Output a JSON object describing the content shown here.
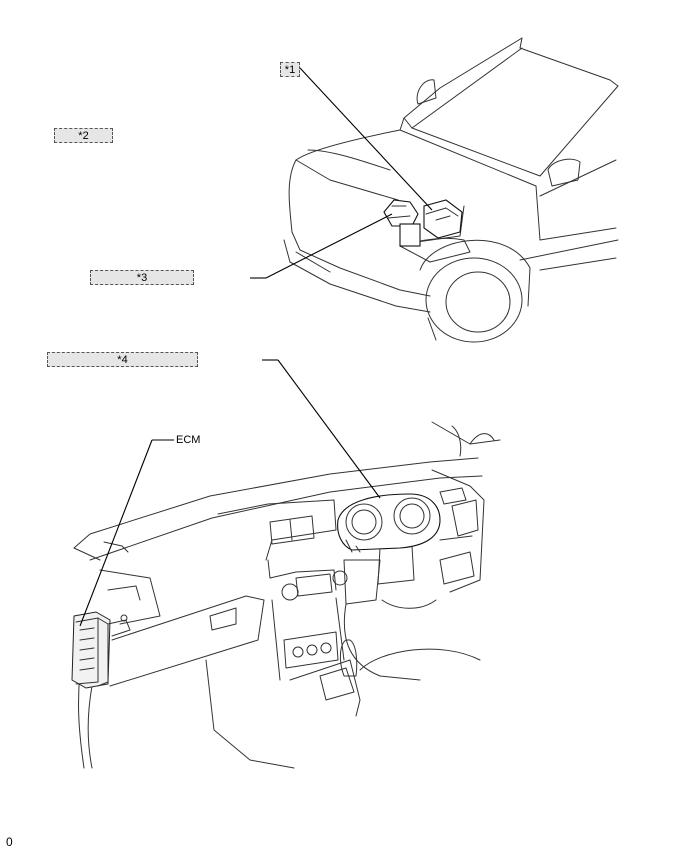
{
  "callouts": {
    "c1": "*1",
    "c2": "*2",
    "c3": "*3",
    "c4": "*4"
  },
  "labels": {
    "ecm": "ECM",
    "figure_code": "0"
  }
}
